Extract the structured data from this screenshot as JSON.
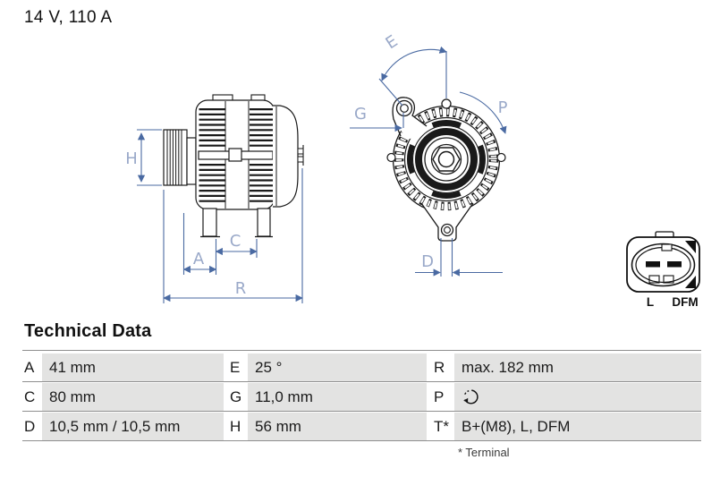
{
  "header": {
    "title": "14 V, 110 A"
  },
  "diagram": {
    "dimension_labels": {
      "H": "H",
      "A": "A",
      "C": "C",
      "R": "R",
      "E": "E",
      "G": "G",
      "P": "P",
      "D": "D"
    },
    "connector": {
      "labels": [
        "L",
        "DFM"
      ]
    },
    "colors": {
      "dimension_line": "#4a6aa2",
      "dimension_label": "#9aa9c9",
      "drawing_line": "#1a1a1a"
    }
  },
  "technical_data": {
    "heading": "Technical Data",
    "rows": [
      [
        {
          "key": "A",
          "value": "41 mm"
        },
        {
          "key": "E",
          "value": "25 °"
        },
        {
          "key": "R",
          "value": "max. 182 mm"
        }
      ],
      [
        {
          "key": "C",
          "value": "80 mm"
        },
        {
          "key": "G",
          "value": "11,0 mm"
        },
        {
          "key": "P",
          "value": "",
          "icon": "clockwise-rotation-icon"
        }
      ],
      [
        {
          "key": "D",
          "value": "10,5 mm / 10,5 mm"
        },
        {
          "key": "H",
          "value": "56 mm"
        },
        {
          "key": "T*",
          "value": "B+(M8), L, DFM"
        }
      ]
    ],
    "footnote": "* Terminal",
    "colors": {
      "cell_bg": "#e3e3e2",
      "rule": "#8f8f8f"
    }
  }
}
